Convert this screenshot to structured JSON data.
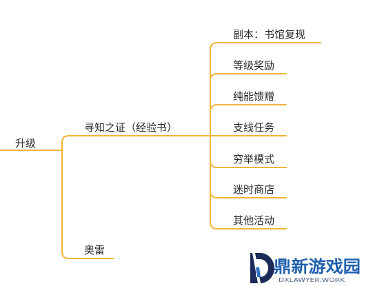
{
  "mindmap": {
    "root": {
      "label": "升级"
    },
    "branches": [
      {
        "label": "寻知之证（经验书）",
        "children": [
          "副本：书馆复现",
          "等级奖励",
          "纯能馈赠",
          "支线任务",
          "穷举模式",
          "迷时商店",
          "其他活动"
        ]
      },
      {
        "label": "奥雷"
      }
    ]
  },
  "watermark": {
    "logo_icon": "d-logo-icon",
    "brand": "鼎新游戏园",
    "domain": "DXLAWYER.WORK"
  },
  "colors": {
    "line": "#F2B43A",
    "text": "#2B2B2B",
    "brand": "#1F5FAE",
    "logo": "#1C2B5A"
  }
}
